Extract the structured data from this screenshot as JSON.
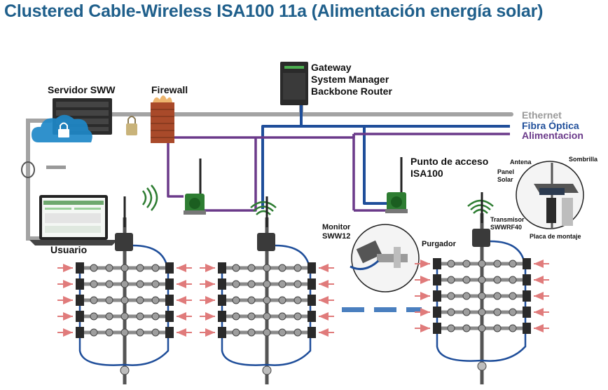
{
  "title": "Clustered Cable-Wireless ISA100 11a (Alimentación energía solar)",
  "labels": {
    "servidor": "Servidor SWW",
    "firewall": "Firewall",
    "gateway": [
      "Gateway",
      "System Manager",
      "Backbone Router"
    ],
    "punto_acceso": [
      "Punto de acceso",
      "ISA100"
    ],
    "usuario": "Usuario",
    "monitor": [
      "Monitor",
      "SWW12"
    ],
    "purgador": "Purgador",
    "antena": "Antena",
    "panel_solar": [
      "Panel",
      "Solar"
    ],
    "sombrilla": "Sombrilla",
    "transmisor": [
      "Transmisor",
      "SWWRF40"
    ],
    "placa": "Placa de montaje"
  },
  "legend": [
    {
      "label": "Ethernet",
      "color": "#9a9a9a"
    },
    {
      "label": "Fibra Óptica",
      "color": "#1f4e9a"
    },
    {
      "label": "Alimentacion",
      "color": "#6b3a8a"
    }
  ],
  "colors": {
    "ethernet": "#a3a3a3",
    "fiber": "#1f4e9a",
    "power": "#6b3a8a",
    "wireless": "#2e7d32",
    "title": "#1f5f8b",
    "dash": "#4a7fbf"
  }
}
